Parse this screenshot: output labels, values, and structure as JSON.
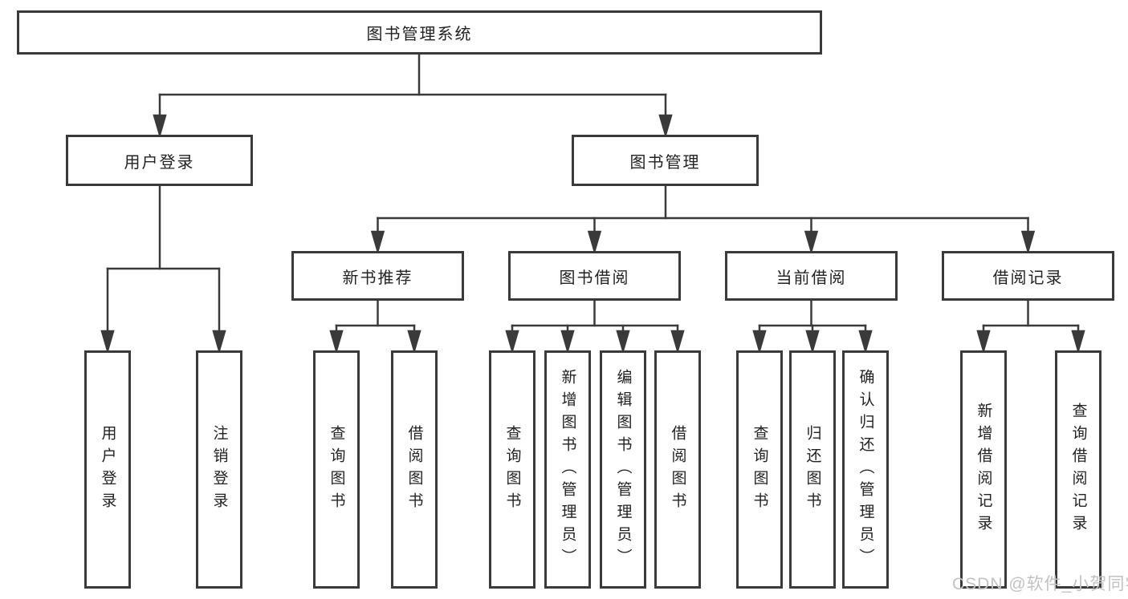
{
  "diagram": {
    "root": "图书管理系统",
    "branches": [
      {
        "label": "用户登录",
        "children": [
          "用户登录",
          "注销登录"
        ]
      },
      {
        "label": "图书管理",
        "groups": [
          {
            "label": "新书推荐",
            "children": [
              "查询图书",
              "借阅图书"
            ]
          },
          {
            "label": "图书借阅",
            "children": [
              "查询图书",
              "新增图书（管理员）",
              "编辑图书（管理员）",
              "借阅图书"
            ]
          },
          {
            "label": "当前借阅",
            "children": [
              "查询图书",
              "归还图书",
              "确认归还（管理员）"
            ]
          },
          {
            "label": "借阅记录",
            "children": [
              "新增借阅记录",
              "查询借阅记录"
            ]
          }
        ]
      }
    ],
    "watermark": "CSDN @软件_小贺同学",
    "colors": {
      "line": "#3a3a3a",
      "text": "#222222",
      "watermark": "#c2c2c2",
      "background": "#ffffff"
    }
  }
}
